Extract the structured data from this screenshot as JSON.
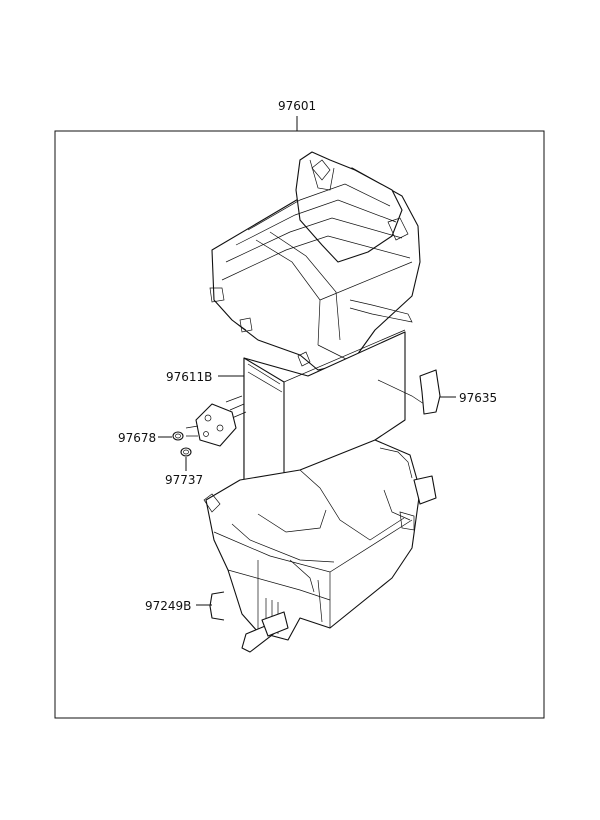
{
  "diagram": {
    "assembly_label": "97601",
    "callouts": [
      {
        "id": "evaporator-core",
        "label": "97611B"
      },
      {
        "id": "expansion-valve-seal",
        "label": "97678"
      },
      {
        "id": "o-ring",
        "label": "97737"
      },
      {
        "id": "sensor-bracket",
        "label": "97635"
      },
      {
        "id": "drain-clip",
        "label": "97249B"
      }
    ]
  }
}
